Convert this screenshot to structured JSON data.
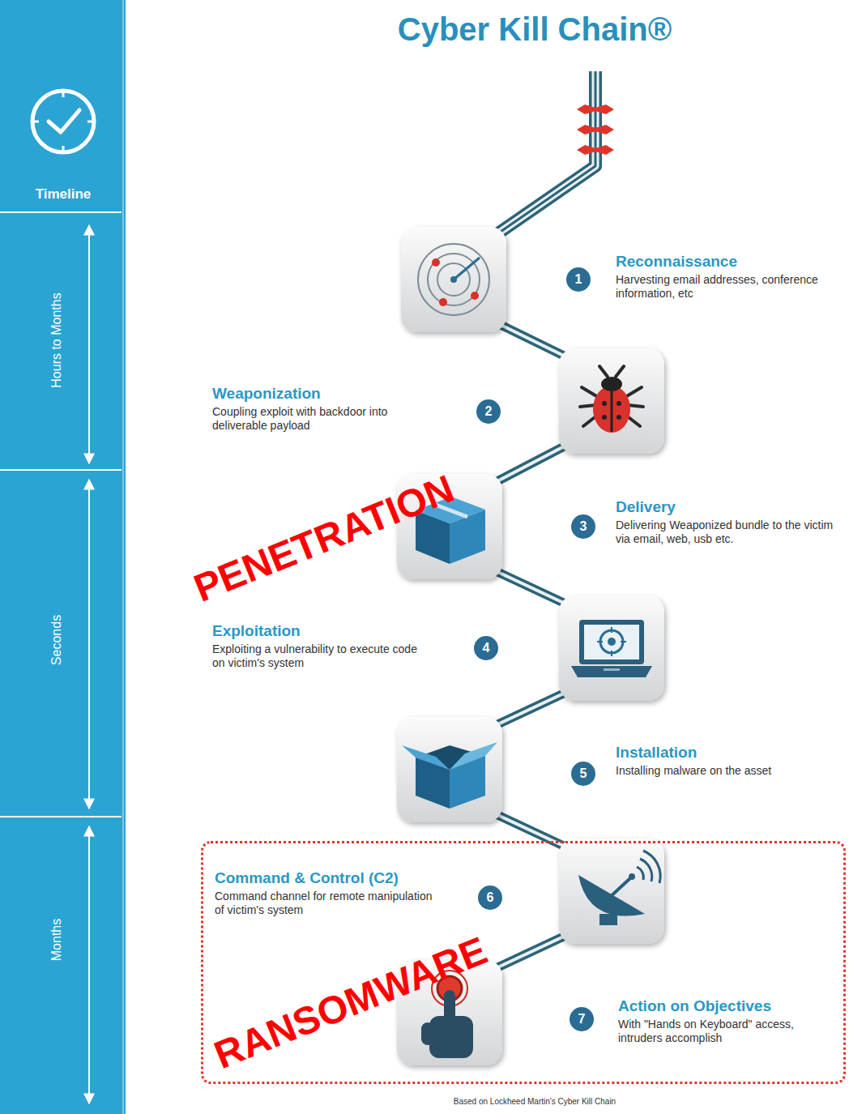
{
  "diagram": {
    "title": "Cyber Kill Chain®",
    "caption": "Based on Lockheed Martin's Cyber Kill Chain",
    "nodes": [
      {
        "text": [
          "Reconnaissance",
          "Harvesting email addresses, conference information, etc"
        ]
      },
      {
        "text": [
          "Weaponization",
          "Coupling exploit with backdoor into deliverable payload"
        ]
      },
      {
        "text": [
          "Delivery",
          "Delivering Weaponized bundle to the victim via email, web, usb etc."
        ]
      },
      {
        "text": [
          "Exploitation",
          "Exploiting a vulnerability to execute code on victim's system"
        ]
      },
      {
        "text": [
          "Installation",
          "Installing malware on the asset"
        ]
      },
      {
        "text": [
          "RANSOMWARE"
        ]
      },
      {
        "text": [
          "Command & Control (C2)",
          "Command channel for remote manipulation of victim's system"
        ],
        "in": 5
      },
      {
        "text": [
          "Action on Objectives",
          "With \"Hands on Keyboard\" access, intruders accomplish"
        ],
        "in": 5
      }
    ],
    "labels": [
      "Timeline",
      "Hours to Months",
      "Seconds",
      "Months",
      "1",
      "2",
      "3",
      "4",
      "5",
      "6",
      "7",
      "PENETRATION"
    ]
  }
}
